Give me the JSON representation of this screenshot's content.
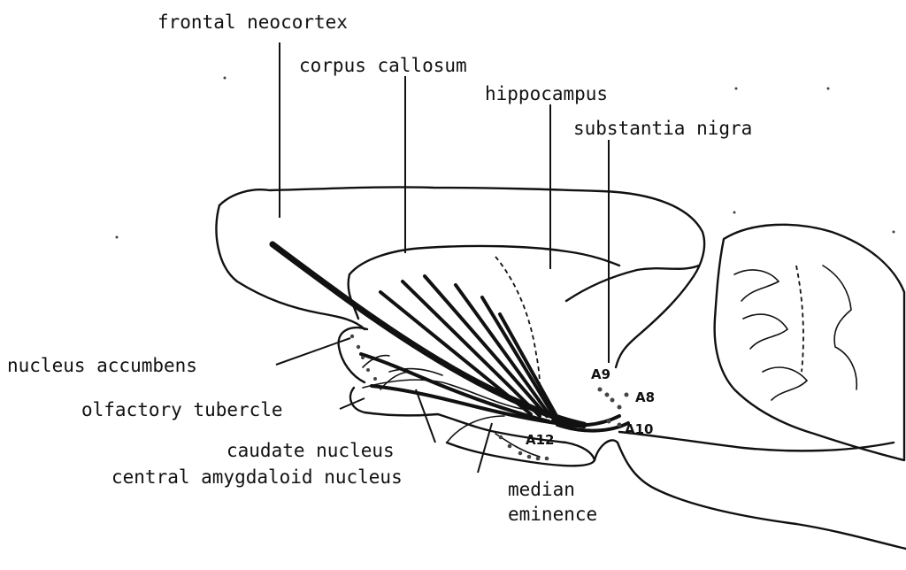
{
  "labels": {
    "frontal_neocortex": "frontal neocortex",
    "corpus_callosum": "corpus callosum",
    "hippocampus": "hippocampus",
    "substantia_nigra": "substantia nigra",
    "nucleus_accumbens": "nucleus accumbens",
    "olfactory_tubercle": "olfactory tubercle",
    "caudate_nucleus": "caudate nucleus",
    "central_amygdaloid_nucleus": "central amygdaloid nucleus",
    "median": "median",
    "eminence": "eminence"
  },
  "cell_groups": {
    "a9": "A9",
    "a8": "A8",
    "a10": "A10",
    "a12": "A12"
  },
  "colors": {
    "ink": "#111111",
    "background": "#ffffff"
  }
}
